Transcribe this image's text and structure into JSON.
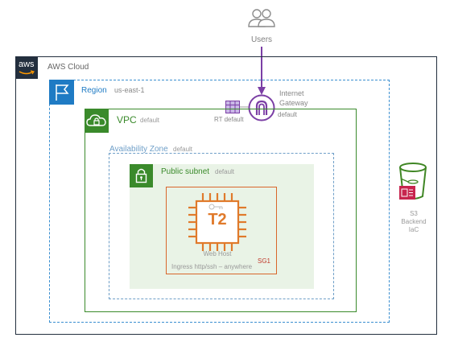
{
  "users": {
    "label": "Users"
  },
  "aws_cloud": {
    "logo_text": "aws",
    "label": "AWS Cloud"
  },
  "region": {
    "label": "Region",
    "name": "us-east-1"
  },
  "internet_gateway": {
    "label_line1": "Internet",
    "label_line2": "Gateway",
    "sublabel": "default"
  },
  "route_table": {
    "label": "RT default"
  },
  "vpc": {
    "label": "VPC",
    "sublabel": "default"
  },
  "availability_zone": {
    "label": "Availability Zone",
    "sublabel": "default"
  },
  "public_subnet": {
    "label": "Public subnet",
    "sublabel": "default"
  },
  "ec2": {
    "chip_text": "T2",
    "label": "Web Host",
    "ingress": "Ingress http/ssh – anywhere"
  },
  "security_group": {
    "label": "SG1"
  },
  "s3": {
    "line1": "S3",
    "line2": "Backend",
    "line3": "IaC"
  },
  "colors": {
    "aws_dark": "#232f3e",
    "region_blue": "#1f7bc4",
    "vpc_green": "#3a8a2b",
    "subnet_fill": "#e9f3e6",
    "ec2_orange": "#e07a2b",
    "igw_purple": "#7b3fa5",
    "s3_green": "#3f8624",
    "s3_red": "#c7254e"
  }
}
